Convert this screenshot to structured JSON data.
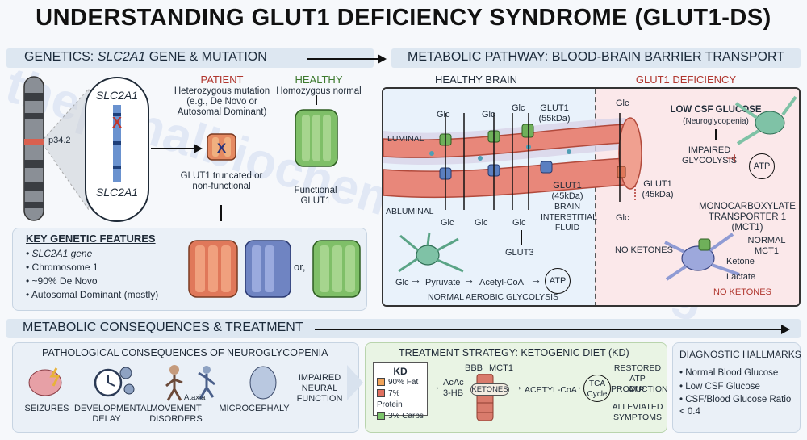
{
  "title": "UNDERSTANDING GLUT1 DEFICIENCY SYNDROME (GLUT1-DS)",
  "watermark": "thepenalbiochemistrypage.org",
  "genetics": {
    "heading_prefix": "GENETICS: ",
    "heading_gene": "SLC2A1",
    "heading_suffix": " GENE & MUTATION",
    "locus": "p34.2",
    "gene_top": "SLC2A1",
    "gene_bottom": "SLC2A1",
    "patient_title": "PATIENT",
    "patient_desc": "Heterozygous mutation (e.g., De Novo or Autosomal Dominant)",
    "patient_result": "GLUT1 truncated or non-functional",
    "healthy_title": "HEALTHY",
    "healthy_desc": "Homozygous normal",
    "healthy_result": "Functional GLUT1",
    "or_label": "or,",
    "features_title": "KEY GENETIC FEATURES",
    "features": [
      "SLC2A1 gene",
      "Chromosome 1",
      "~90% De Novo",
      "Autosomal Dominant (mostly)"
    ]
  },
  "pathway": {
    "heading": "METABOLIC PATHWAY: BLOOD-BRAIN BARRIER TRANSPORT",
    "healthy_title": "HEALTHY BRAIN",
    "deficiency_title": "GLUT1 DEFICIENCY",
    "glc": "Glc",
    "luminal": "LUMINAL",
    "abluminal": "ABLUMINAL",
    "glut1_55": "GLUT1 (55kDa)",
    "glut1_45": "GLUT1 (45kDa)",
    "interstitial": "BRAIN INTERSTITIAL FLUID",
    "glut3": "GLUT3",
    "pyruvate": "Pyruvate",
    "acetylcoa": "Acetyl-CoA",
    "atp": "ATP",
    "aerobic": "NORMAL AEROBIC GLYCOLYSIS",
    "low_csf": "LOW CSF GLUCOSE",
    "neuroglyco": "(Neuroglycopenia)",
    "impaired": "IMPAIRED GLYCOLYSIS",
    "mct1_title": "MONOCARBOXYLATE TRANSPORTER 1 (MCT1)",
    "normal_mct1": "NORMAL MCT1",
    "no_ketones": "NO KETONES",
    "ketone": "Ketone",
    "lactate": "Lactate"
  },
  "consequences": {
    "heading": "METABOLIC CONSEQUENCES & TREATMENT",
    "path_title": "PATHOLOGICAL CONSEQUENCES OF NEUROGLYCOPENIA",
    "items": [
      "SEIZURES",
      "DEVELOPMENTAL DELAY",
      "MOVEMENT DISORDERS",
      "MICROCEPHALY"
    ],
    "ataxia": "Ataxia",
    "impaired_function": "IMPAIRED NEURAL FUNCTION"
  },
  "treatment": {
    "title": "TREATMENT STRATEGY: KETOGENIC DIET (KD)",
    "kd": "KD",
    "fat": "90% Fat",
    "protein": "7% Protein",
    "carbs": "3% Carbs",
    "acac": "AcAc",
    "hb": "3-HB",
    "bbb": "BBB",
    "mct1": "MCT1",
    "ketones": "KETONES",
    "acetylcoa": "ACETYL-CoA",
    "tca": "TCA Cycle",
    "restored": "RESTORED ATP PRODUCTION",
    "atp": "ATP",
    "alleviated": "ALLEVIATED SYMPTOMS"
  },
  "diagnostics": {
    "title": "DIAGNOSTIC HALLMARKS",
    "items": [
      "Normal Blood Glucose",
      "Low CSF Glucose",
      "CSF/Blood Glucose Ratio < 0.4"
    ]
  },
  "colors": {
    "patient": "#b0362e",
    "healthy": "#3d7a2e",
    "fat": "#f0a35a",
    "protein": "#e07060",
    "carbs": "#7cc56a",
    "vessel": "#e8877a",
    "glut_blue": "#5b7fc0",
    "glut_green": "#6fb05a"
  }
}
